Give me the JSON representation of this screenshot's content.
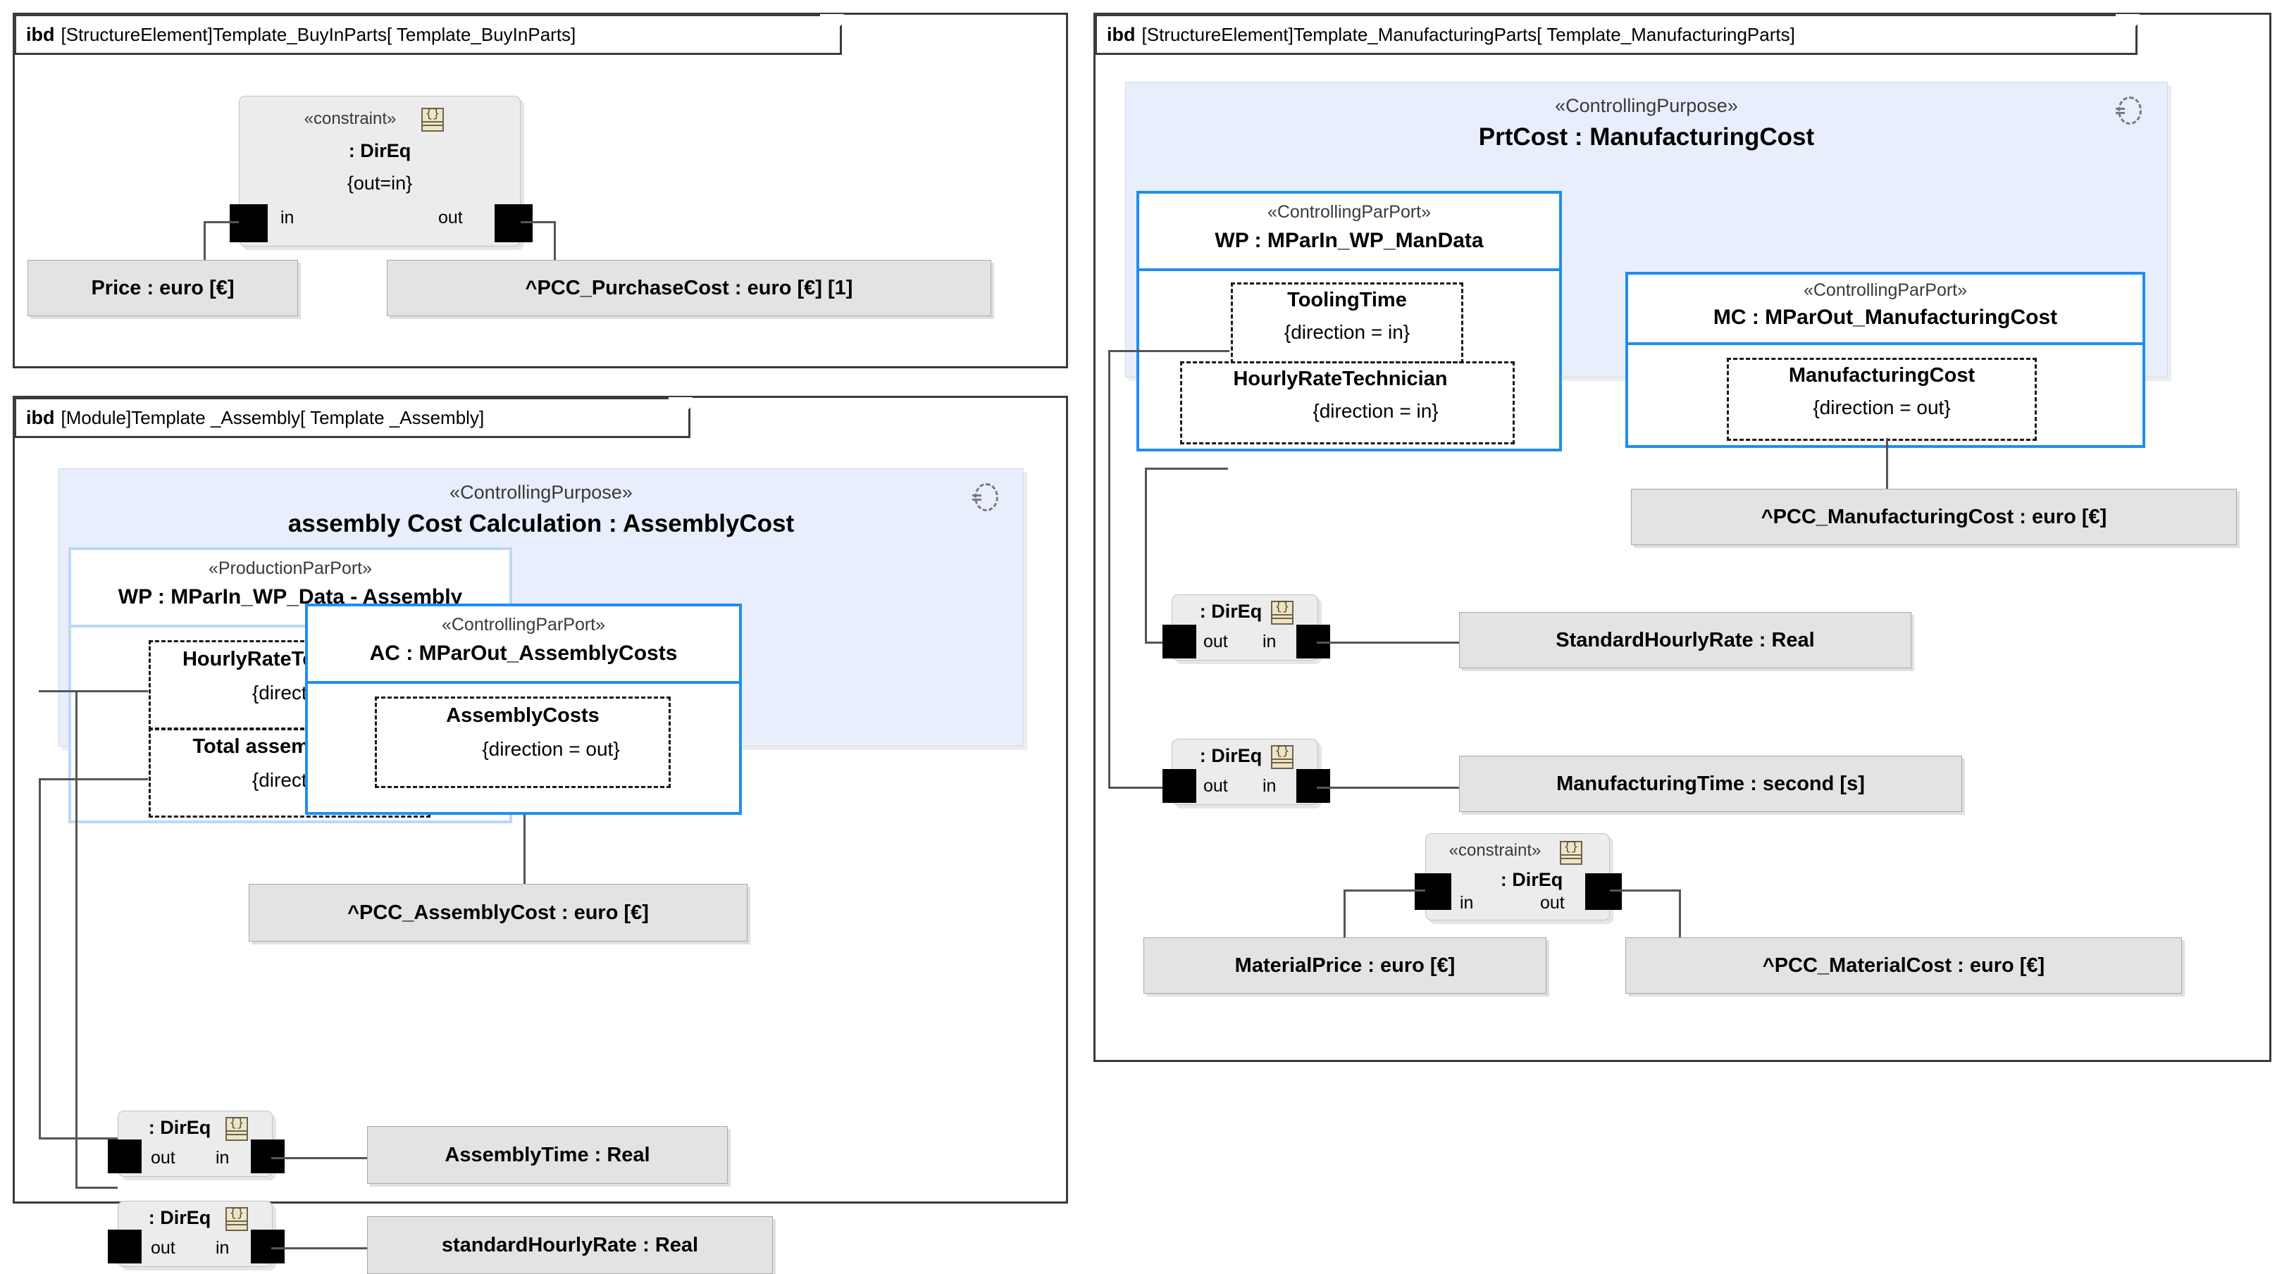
{
  "diagram": {
    "kind": "SysML internal block diagram (ibd)",
    "background": "#ffffff",
    "accent_blue": "#1f8ef1",
    "block_fill": "#e8eefb",
    "value_fill": "#e3e3e3"
  },
  "panels": [
    {
      "id": "buyinparts",
      "keyword": "ibd",
      "title": "[StructureElement]Template_BuyInParts[ Template_BuyInParts]",
      "constraint": {
        "stereotype": "«constraint»",
        "name": ": DirEq",
        "expression": "{out=in}",
        "port_in": "in",
        "port_out": "out",
        "icon": "constraint-note-icon",
        "icon_glyph": "{}"
      },
      "values": [
        {
          "label": "Price : euro [€]"
        },
        {
          "label": "^PCC_PurchaseCost : euro [€] [1]"
        }
      ]
    },
    {
      "id": "assembly",
      "keyword": "ibd",
      "title": "[Module]Template _Assembly[ Template _Assembly]",
      "block": {
        "stereotype": "«ControllingPurpose»",
        "name": "assembly Cost Calculation : AssemblyCost",
        "icon": "constraint-property-icon"
      },
      "parports": [
        {
          "id": "wp-assembly",
          "stereotype": "«ProductionParPort»",
          "name": "WP : MParIn_WP_Data - Assembly",
          "border": "light-blue",
          "properties": [
            {
              "name": "HourlyRateTechnician",
              "direction": "{direction = in}"
            },
            {
              "name": "Total assembly time",
              "direction": "{direction = in}"
            }
          ]
        },
        {
          "id": "ac-assembly",
          "stereotype": "«ControllingParPort»",
          "name": "AC : MParOut_AssemblyCosts",
          "border": "blue",
          "properties": [
            {
              "name": "AssemblyCosts",
              "direction": "{direction = out}"
            }
          ]
        }
      ],
      "constraints": [
        {
          "name": ": DirEq",
          "port_out": "out",
          "port_in": "in",
          "icon": "constraint-note-icon",
          "icon_glyph": "{}"
        },
        {
          "name": ": DirEq",
          "port_out": "out",
          "port_in": "in",
          "icon": "constraint-note-icon",
          "icon_glyph": "{}"
        }
      ],
      "values": [
        {
          "label": "^PCC_AssemblyCost : euro [€]"
        },
        {
          "label": "AssemblyTime : Real"
        },
        {
          "label": "standardHourlyRate : Real"
        }
      ]
    },
    {
      "id": "manufacturingparts",
      "keyword": "ibd",
      "title": "[StructureElement]Template_ManufacturingParts[ Template_ManufacturingParts]",
      "block": {
        "stereotype": "«ControllingPurpose»",
        "name": "PrtCost : ManufacturingCost",
        "icon": "constraint-property-icon"
      },
      "parports": [
        {
          "id": "wp-man",
          "stereotype": "«ControllingParPort»",
          "name": "WP : MParIn_WP_ManData",
          "border": "blue",
          "properties": [
            {
              "name": "ToolingTime",
              "direction": "{direction = in}"
            },
            {
              "name": "HourlyRateTechnician",
              "direction": "{direction = in}"
            }
          ]
        },
        {
          "id": "mc-man",
          "stereotype": "«ControllingParPort»",
          "name": "MC : MParOut_ManufacturingCost",
          "border": "blue",
          "properties": [
            {
              "name": "ManufacturingCost",
              "direction": "{direction = out}"
            }
          ]
        }
      ],
      "constraints": [
        {
          "name": ": DirEq",
          "port_out": "out",
          "port_in": "in",
          "icon": "constraint-note-icon",
          "icon_glyph": "{}"
        },
        {
          "name": ": DirEq",
          "port_out": "out",
          "port_in": "in",
          "icon": "constraint-note-icon",
          "icon_glyph": "{}"
        },
        {
          "stereotype": "«constraint»",
          "name": ": DirEq",
          "port_in": "in",
          "port_out": "out",
          "icon": "constraint-note-icon",
          "icon_glyph": "{}"
        }
      ],
      "values": [
        {
          "label": "^PCC_ManufacturingCost : euro [€]"
        },
        {
          "label": "StandardHourlyRate : Real"
        },
        {
          "label": "ManufacturingTime : second [s]"
        },
        {
          "label": "MaterialPrice : euro [€]"
        },
        {
          "label": "^PCC_MaterialCost : euro [€]"
        }
      ]
    }
  ]
}
